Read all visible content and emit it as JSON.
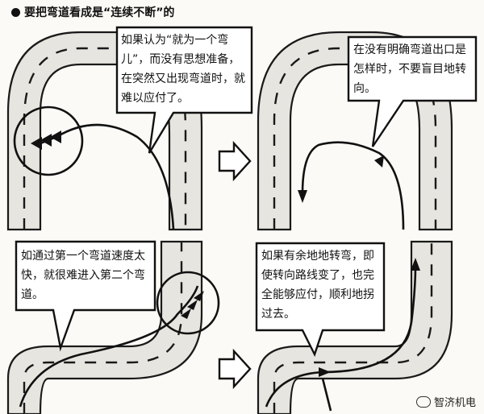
{
  "title": "要把弯道看成是“连续不断”的",
  "notes": {
    "top_left": "如果认为“就为一个弯儿”，而没有思想准备，在突然又出现弯道时，就难以应付了。",
    "top_right": "在没有明确弯道出口是怎样时，不要盲目地转向。",
    "bottom_left": "如通过第一个弯道速度太快，就很难进入第二个弯道。",
    "bottom_right": "如果有余地地转弯，即使转向路线变了，也完全能够应付，顺利地拐过去。"
  },
  "watermark": "智济机电"
}
